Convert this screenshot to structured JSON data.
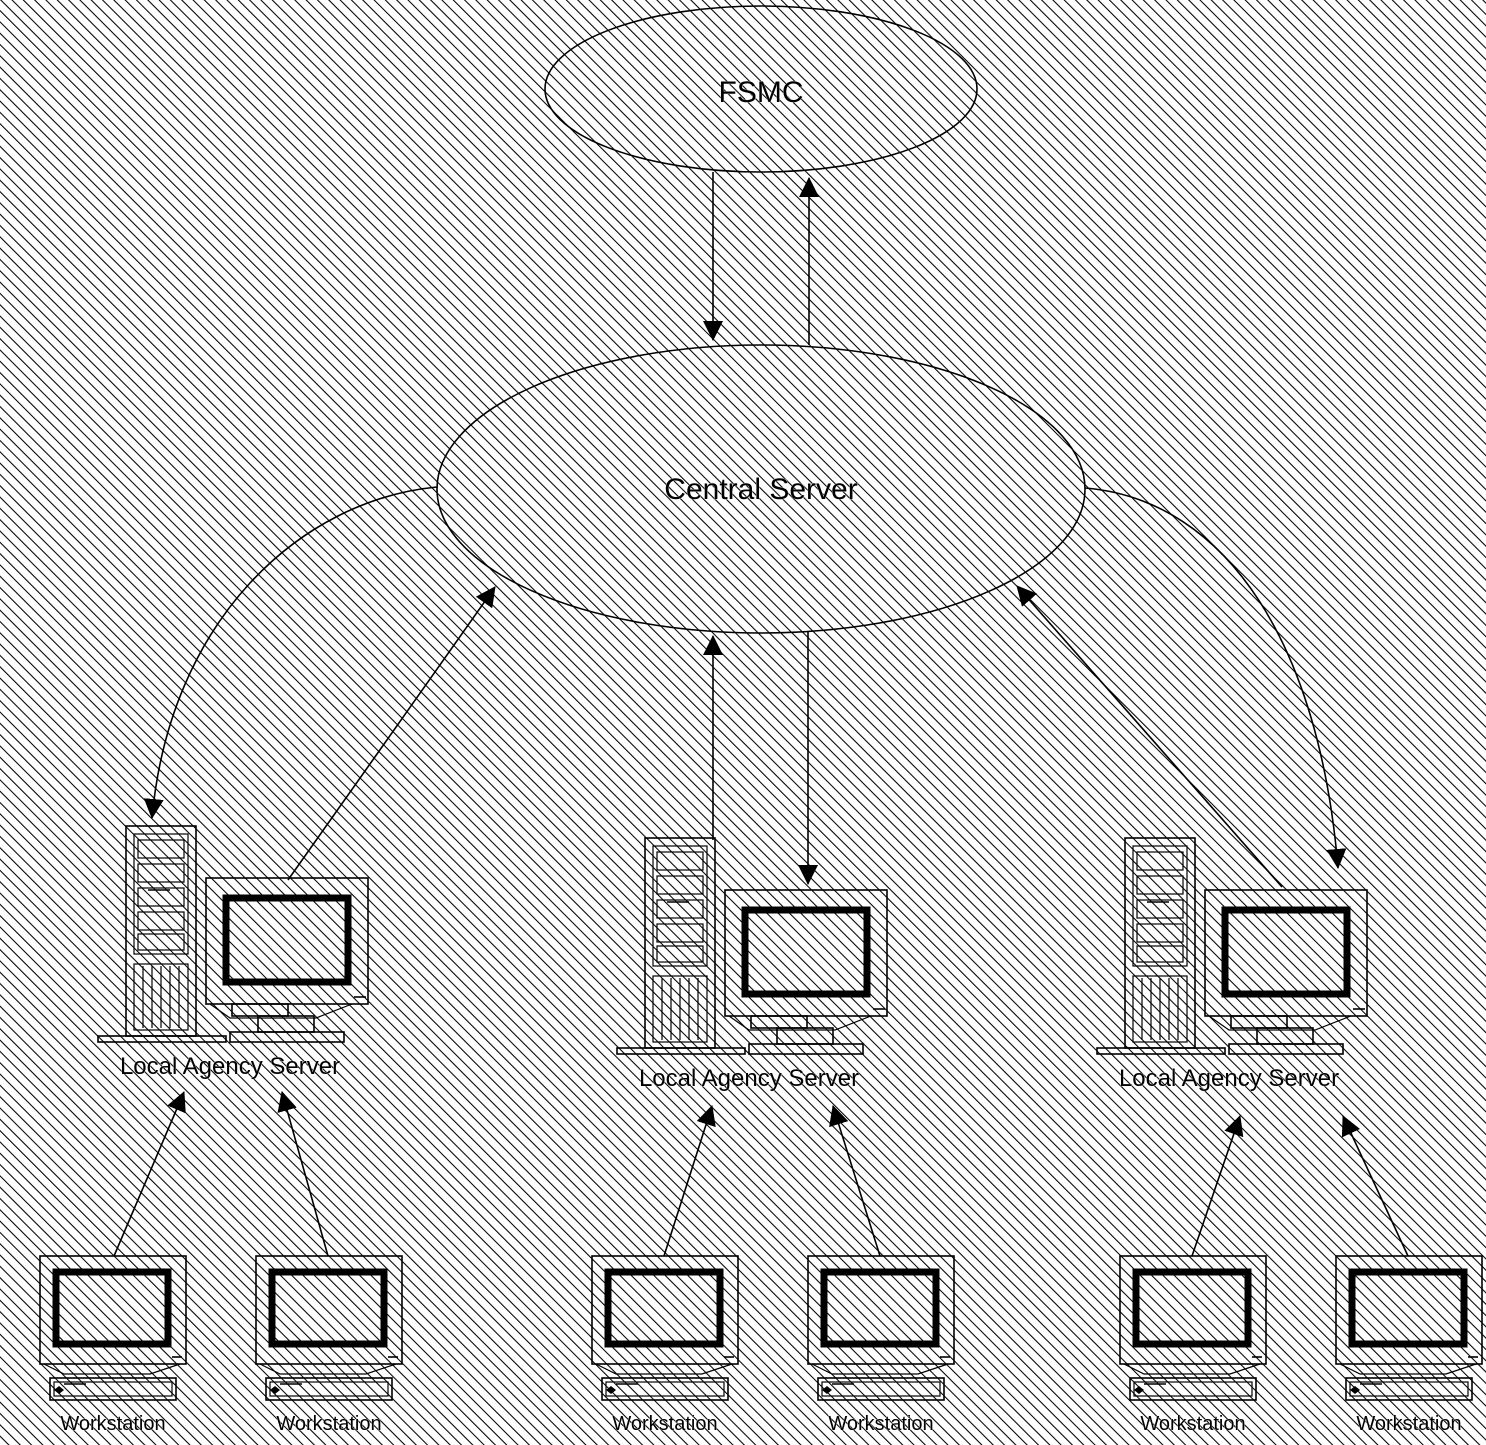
{
  "diagram": {
    "nodes": {
      "fsmc": {
        "label": "FSMC"
      },
      "central": {
        "label": "Central Server"
      },
      "local_servers": [
        {
          "label": "Local Agency Server"
        },
        {
          "label": "Local Agency Server"
        },
        {
          "label": "Local Agency Server"
        }
      ],
      "workstations": [
        {
          "label": "Workstation"
        },
        {
          "label": "Workstation"
        },
        {
          "label": "Workstation"
        },
        {
          "label": "Workstation"
        },
        {
          "label": "Workstation"
        },
        {
          "label": "Workstation"
        }
      ]
    },
    "edges": [
      {
        "from": "FSMC",
        "to": "Central Server"
      },
      {
        "from": "Central Server",
        "to": "FSMC"
      },
      {
        "from": "Central Server",
        "to": "Local Agency Server 1"
      },
      {
        "from": "Local Agency Server 1",
        "to": "Central Server"
      },
      {
        "from": "Local Agency Server 2",
        "to": "Central Server"
      },
      {
        "from": "Central Server",
        "to": "Local Agency Server 2"
      },
      {
        "from": "Local Agency Server 3",
        "to": "Central Server"
      },
      {
        "from": "Central Server",
        "to": "Local Agency Server 3"
      },
      {
        "from": "Workstation 1",
        "to": "Local Agency Server 1"
      },
      {
        "from": "Workstation 2",
        "to": "Local Agency Server 1"
      },
      {
        "from": "Workstation 3",
        "to": "Local Agency Server 2"
      },
      {
        "from": "Workstation 4",
        "to": "Local Agency Server 2"
      },
      {
        "from": "Workstation 5",
        "to": "Local Agency Server 3"
      },
      {
        "from": "Workstation 6",
        "to": "Local Agency Server 3"
      }
    ],
    "colors": {
      "background": "#ffffff",
      "hatch": "#000000",
      "stroke": "#000000"
    }
  }
}
